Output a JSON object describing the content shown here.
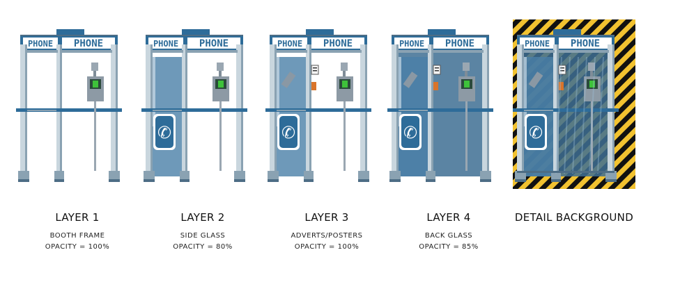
{
  "sign_text": "PHONE",
  "colors": {
    "frame_light": "#c9d6de",
    "frame_mid": "#8aa2b2",
    "frame_dark": "#4d6d85",
    "accent_blue": "#2e6c99",
    "side_glass": "#4a7fa8",
    "back_glass": "#3e6f93",
    "hazard_yellow": "#f2c230",
    "hazard_black": "#111111",
    "keypad_green": "#3ec23a"
  },
  "panels": [
    {
      "title": "LAYER 1",
      "desc": "BOOTH FRAME",
      "opacity": "OPACITY = 100%"
    },
    {
      "title": "LAYER 2",
      "desc": "SIDE GLASS",
      "opacity": "OPACITY = 80%"
    },
    {
      "title": "LAYER 3",
      "desc": "ADVERTS/POSTERS",
      "opacity": "OPACITY = 100%"
    },
    {
      "title": "LAYER 4",
      "desc": "BACK GLASS",
      "opacity": "OPACITY = 85%"
    },
    {
      "title": "DETAIL BACKGROUND"
    }
  ]
}
